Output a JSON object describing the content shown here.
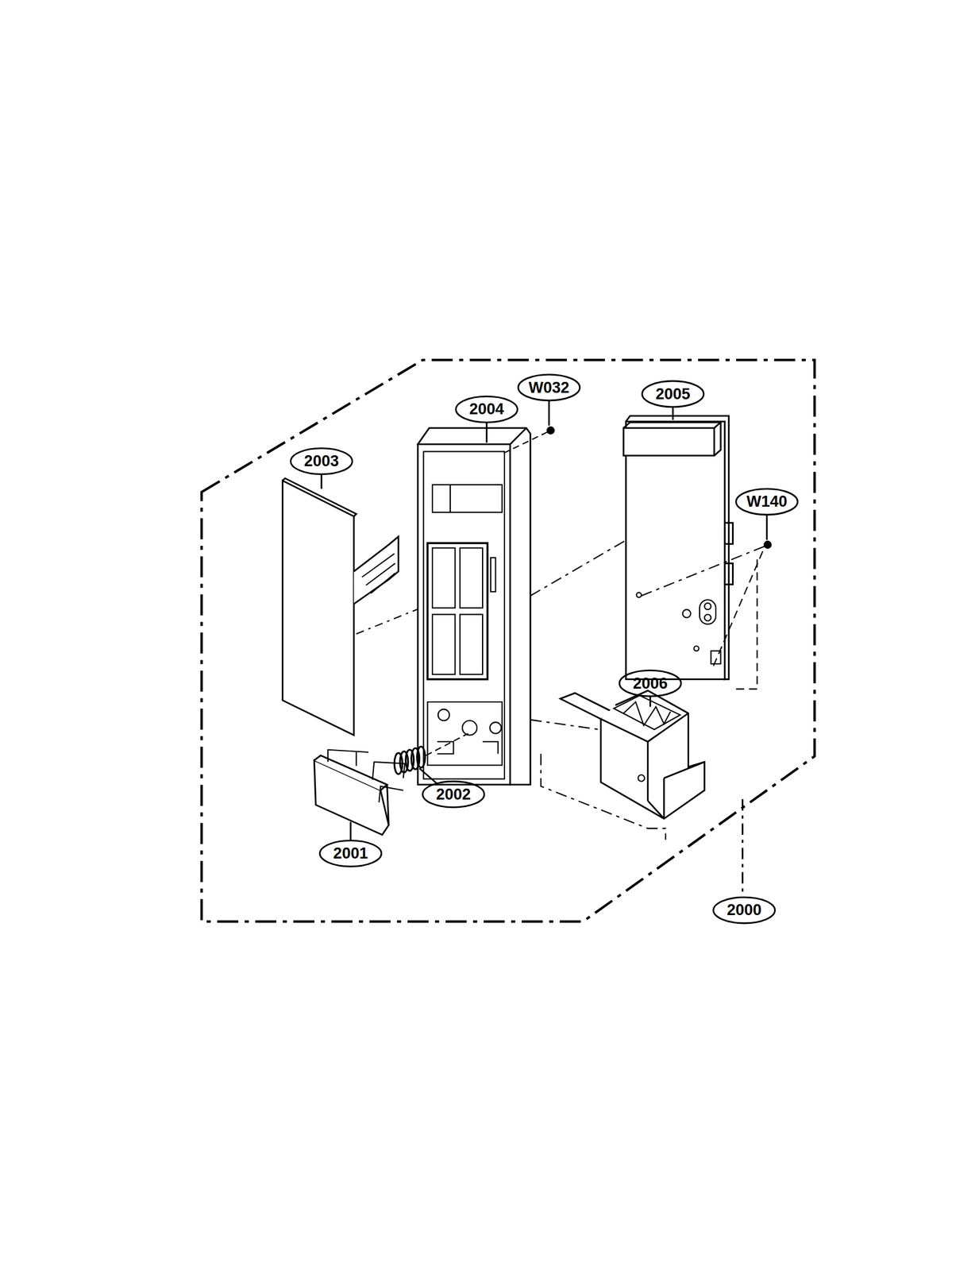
{
  "diagram": {
    "labels": [
      "2003",
      "2004",
      "W032",
      "2005",
      "W140",
      "2006",
      "2002",
      "2001",
      "2000"
    ]
  }
}
